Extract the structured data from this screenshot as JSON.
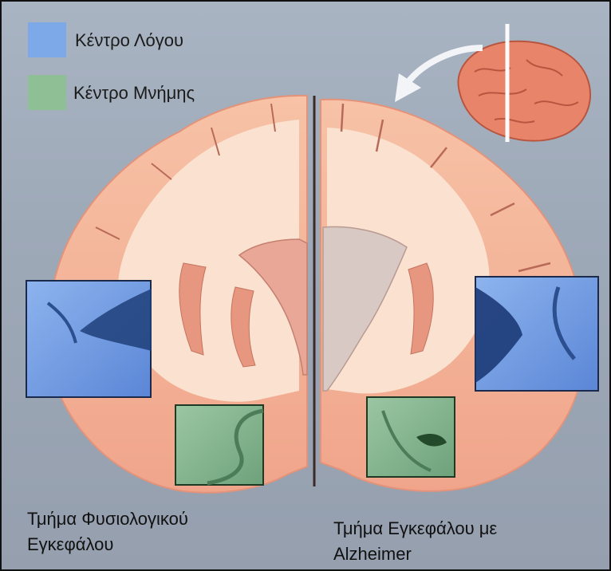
{
  "legend": {
    "items": [
      {
        "label": "Κέντρο Λόγου",
        "color": "#7ea9e8"
      },
      {
        "label": "Κέντρο Μνήμης",
        "color": "#8ebf95"
      }
    ]
  },
  "captions": {
    "left_line1": "Τμήμα Φυσιολογικού",
    "left_line2": "Εγκεφάλου",
    "right_line1": "Τμήμα Εγκεφάλου με",
    "right_line2": "Alzheimer"
  },
  "colors": {
    "tissue": "#f4b49a",
    "white_matter": "#fbe0cd",
    "speech_center": "#6f9be4",
    "memory_center": "#7fb08a",
    "ventricle": "#c9b7b3"
  }
}
